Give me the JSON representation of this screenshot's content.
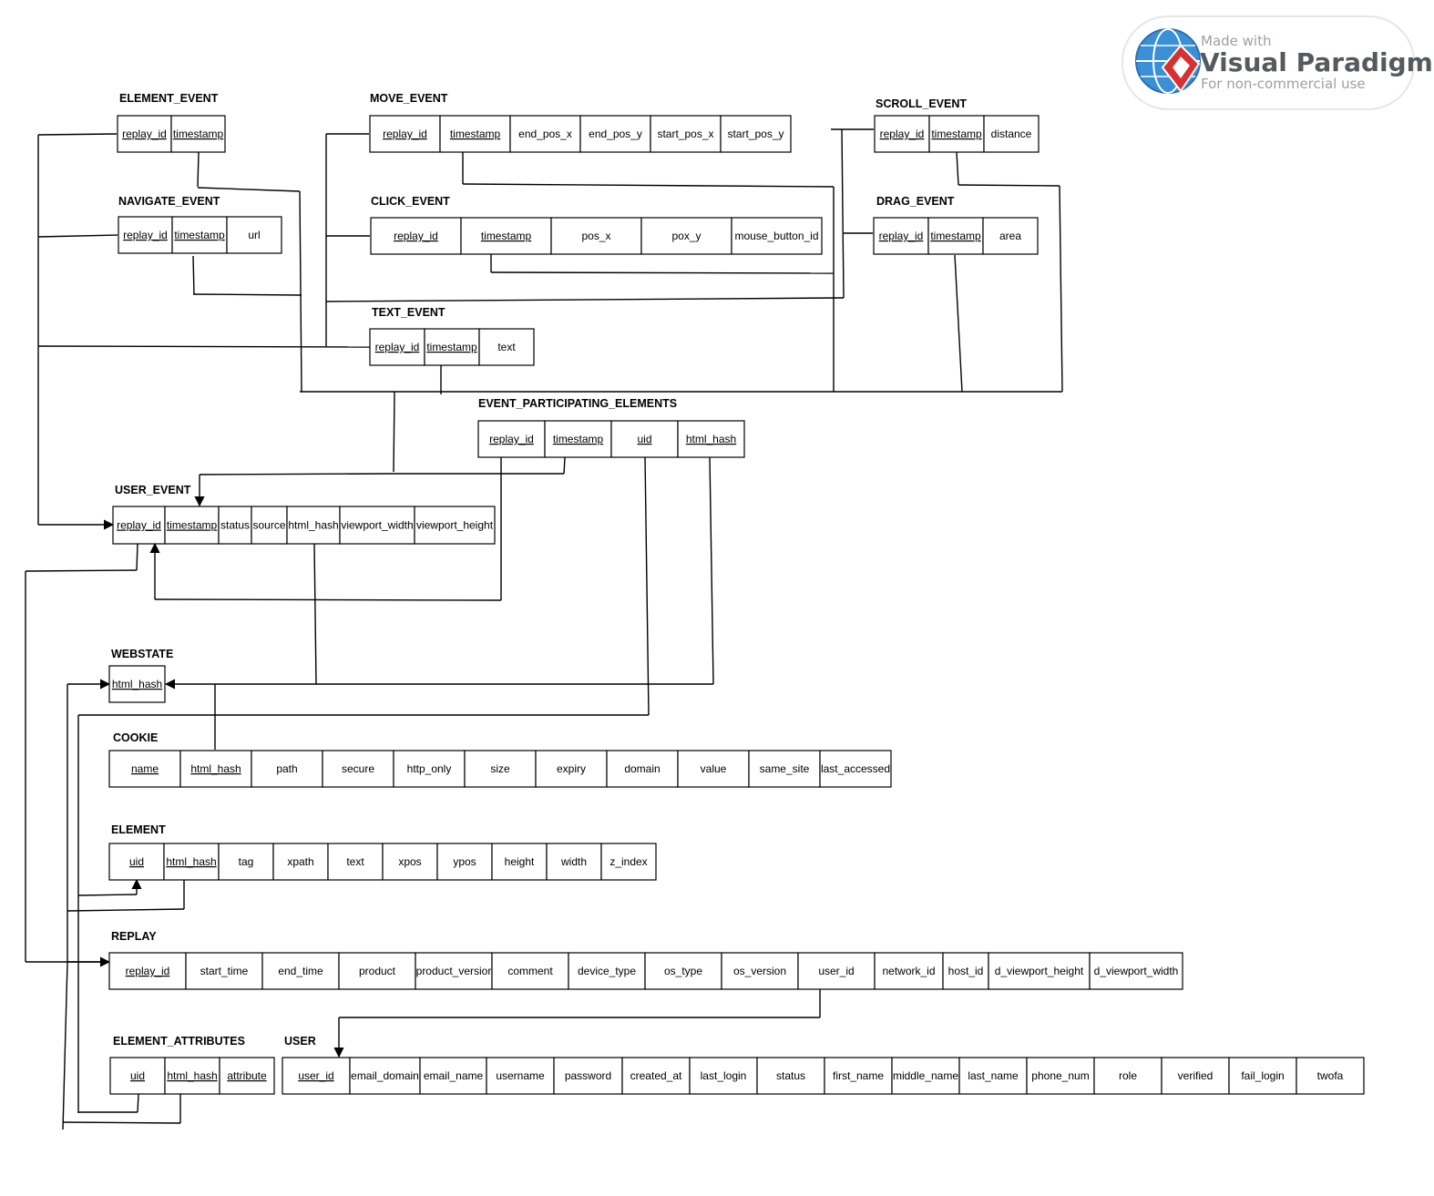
{
  "watermark": {
    "made_with": "Made with",
    "brand": "Visual Paradigm",
    "subtitle": "For non-commercial use"
  },
  "entities": [
    {
      "id": "element-event",
      "title": "ELEMENT_EVENT",
      "fields": [
        {
          "name": "replay_id",
          "pk": true
        },
        {
          "name": "timestamp",
          "pk": true
        }
      ]
    },
    {
      "id": "move-event",
      "title": "MOVE_EVENT",
      "fields": [
        {
          "name": "replay_id",
          "pk": true
        },
        {
          "name": "timestamp",
          "pk": true
        },
        {
          "name": "end_pos_x",
          "pk": false
        },
        {
          "name": "end_pos_y",
          "pk": false
        },
        {
          "name": "start_pos_x",
          "pk": false
        },
        {
          "name": "start_pos_y",
          "pk": false
        }
      ]
    },
    {
      "id": "scroll-event",
      "title": "SCROLL_EVENT",
      "fields": [
        {
          "name": "replay_id",
          "pk": true
        },
        {
          "name": "timestamp",
          "pk": true
        },
        {
          "name": "distance",
          "pk": false
        }
      ]
    },
    {
      "id": "navigate-event",
      "title": "NAVIGATE_EVENT",
      "fields": [
        {
          "name": "replay_id",
          "pk": true
        },
        {
          "name": "timestamp",
          "pk": true
        },
        {
          "name": "url",
          "pk": false
        }
      ]
    },
    {
      "id": "click-event",
      "title": "CLICK_EVENT",
      "fields": [
        {
          "name": "replay_id",
          "pk": true
        },
        {
          "name": "timestamp",
          "pk": true
        },
        {
          "name": "pos_x",
          "pk": false
        },
        {
          "name": "pox_y",
          "pk": false
        },
        {
          "name": "mouse_button_id",
          "pk": false
        }
      ]
    },
    {
      "id": "drag-event",
      "title": "DRAG_EVENT",
      "fields": [
        {
          "name": "replay_id",
          "pk": true
        },
        {
          "name": "timestamp",
          "pk": true
        },
        {
          "name": "area",
          "pk": false
        }
      ]
    },
    {
      "id": "text-event",
      "title": "TEXT_EVENT",
      "fields": [
        {
          "name": "replay_id",
          "pk": true
        },
        {
          "name": "timestamp",
          "pk": true
        },
        {
          "name": "text",
          "pk": false
        }
      ]
    },
    {
      "id": "event-participating-elements",
      "title": "EVENT_PARTICIPATING_ELEMENTS",
      "fields": [
        {
          "name": "replay_id",
          "pk": true
        },
        {
          "name": "timestamp",
          "pk": true
        },
        {
          "name": "uid",
          "pk": true
        },
        {
          "name": "html_hash",
          "pk": true
        }
      ]
    },
    {
      "id": "user-event",
      "title": "USER_EVENT",
      "fields": [
        {
          "name": "replay_id",
          "pk": true
        },
        {
          "name": "timestamp",
          "pk": true
        },
        {
          "name": "status",
          "pk": false
        },
        {
          "name": "source",
          "pk": false
        },
        {
          "name": "html_hash",
          "pk": false
        },
        {
          "name": "viewport_width",
          "pk": false
        },
        {
          "name": "viewport_height",
          "pk": false
        }
      ]
    },
    {
      "id": "webstate",
      "title": "WEBSTATE",
      "fields": [
        {
          "name": "html_hash",
          "pk": true
        }
      ]
    },
    {
      "id": "cookie",
      "title": "COOKIE",
      "fields": [
        {
          "name": "name",
          "pk": true
        },
        {
          "name": "html_hash",
          "pk": true
        },
        {
          "name": "path",
          "pk": false
        },
        {
          "name": "secure",
          "pk": false
        },
        {
          "name": "http_only",
          "pk": false
        },
        {
          "name": "size",
          "pk": false
        },
        {
          "name": "expiry",
          "pk": false
        },
        {
          "name": "domain",
          "pk": false
        },
        {
          "name": "value",
          "pk": false
        },
        {
          "name": "same_site",
          "pk": false
        },
        {
          "name": "last_accessed",
          "pk": false
        }
      ]
    },
    {
      "id": "element",
      "title": "ELEMENT",
      "fields": [
        {
          "name": "uid",
          "pk": true
        },
        {
          "name": "html_hash",
          "pk": true
        },
        {
          "name": "tag",
          "pk": false
        },
        {
          "name": "xpath",
          "pk": false
        },
        {
          "name": "text",
          "pk": false
        },
        {
          "name": "xpos",
          "pk": false
        },
        {
          "name": "ypos",
          "pk": false
        },
        {
          "name": "height",
          "pk": false
        },
        {
          "name": "width",
          "pk": false
        },
        {
          "name": "z_index",
          "pk": false
        }
      ]
    },
    {
      "id": "replay",
      "title": "REPLAY",
      "fields": [
        {
          "name": "replay_id",
          "pk": true
        },
        {
          "name": "start_time",
          "pk": false
        },
        {
          "name": "end_time",
          "pk": false
        },
        {
          "name": "product",
          "pk": false
        },
        {
          "name": "product_versior",
          "pk": false
        },
        {
          "name": "comment",
          "pk": false
        },
        {
          "name": "device_type",
          "pk": false
        },
        {
          "name": "os_type",
          "pk": false
        },
        {
          "name": "os_version",
          "pk": false
        },
        {
          "name": "user_id",
          "pk": false
        },
        {
          "name": "network_id",
          "pk": false
        },
        {
          "name": "host_id",
          "pk": false
        },
        {
          "name": "d_viewport_height",
          "pk": false
        },
        {
          "name": "d_viewport_width",
          "pk": false
        }
      ]
    },
    {
      "id": "element-attributes",
      "title": "ELEMENT_ATTRIBUTES",
      "fields": [
        {
          "name": "uid",
          "pk": true
        },
        {
          "name": "html_hash",
          "pk": true
        },
        {
          "name": "attribute",
          "pk": true
        }
      ]
    },
    {
      "id": "user",
      "title": "USER",
      "fields": [
        {
          "name": "user_id",
          "pk": true
        },
        {
          "name": "email_domain",
          "pk": false
        },
        {
          "name": "email_name",
          "pk": false
        },
        {
          "name": "username",
          "pk": false
        },
        {
          "name": "password",
          "pk": false
        },
        {
          "name": "created_at",
          "pk": false
        },
        {
          "name": "last_login",
          "pk": false
        },
        {
          "name": "status",
          "pk": false
        },
        {
          "name": "first_name",
          "pk": false
        },
        {
          "name": "middle_name",
          "pk": false
        },
        {
          "name": "last_name",
          "pk": false
        },
        {
          "name": "phone_num",
          "pk": false
        },
        {
          "name": "role",
          "pk": false
        },
        {
          "name": "verified",
          "pk": false
        },
        {
          "name": "fail_login",
          "pk": false
        },
        {
          "name": "twofa",
          "pk": false
        }
      ]
    }
  ]
}
